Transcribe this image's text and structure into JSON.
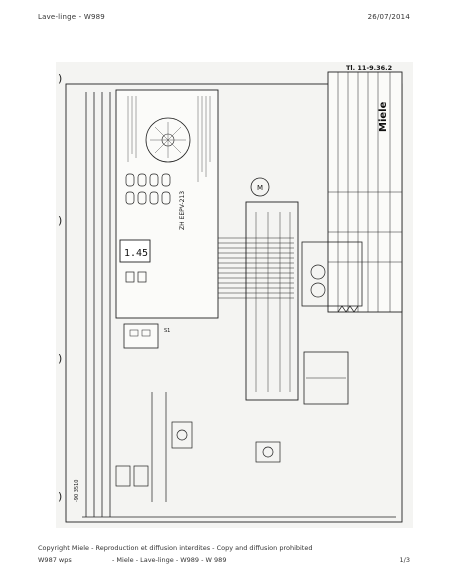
{
  "header": {
    "left": "Lave-linge - W989",
    "right": "26/07/2014"
  },
  "footer": {
    "line1": "Copyright Miele - Reproduction et diffusion interdites - Copy and diffusion prohibited",
    "line2_left": "W987 wps",
    "line2_center": "- Miele - Lave-linge - W989 - W 989",
    "line2_right": "1/3"
  },
  "schematic": {
    "doc_ref": "Tl. 11-9.36.2",
    "brand": "Miele",
    "timer_label": "ZH EEPV-213",
    "display_value": "1.45",
    "fuse_label": "S1",
    "motor_label": "M"
  }
}
